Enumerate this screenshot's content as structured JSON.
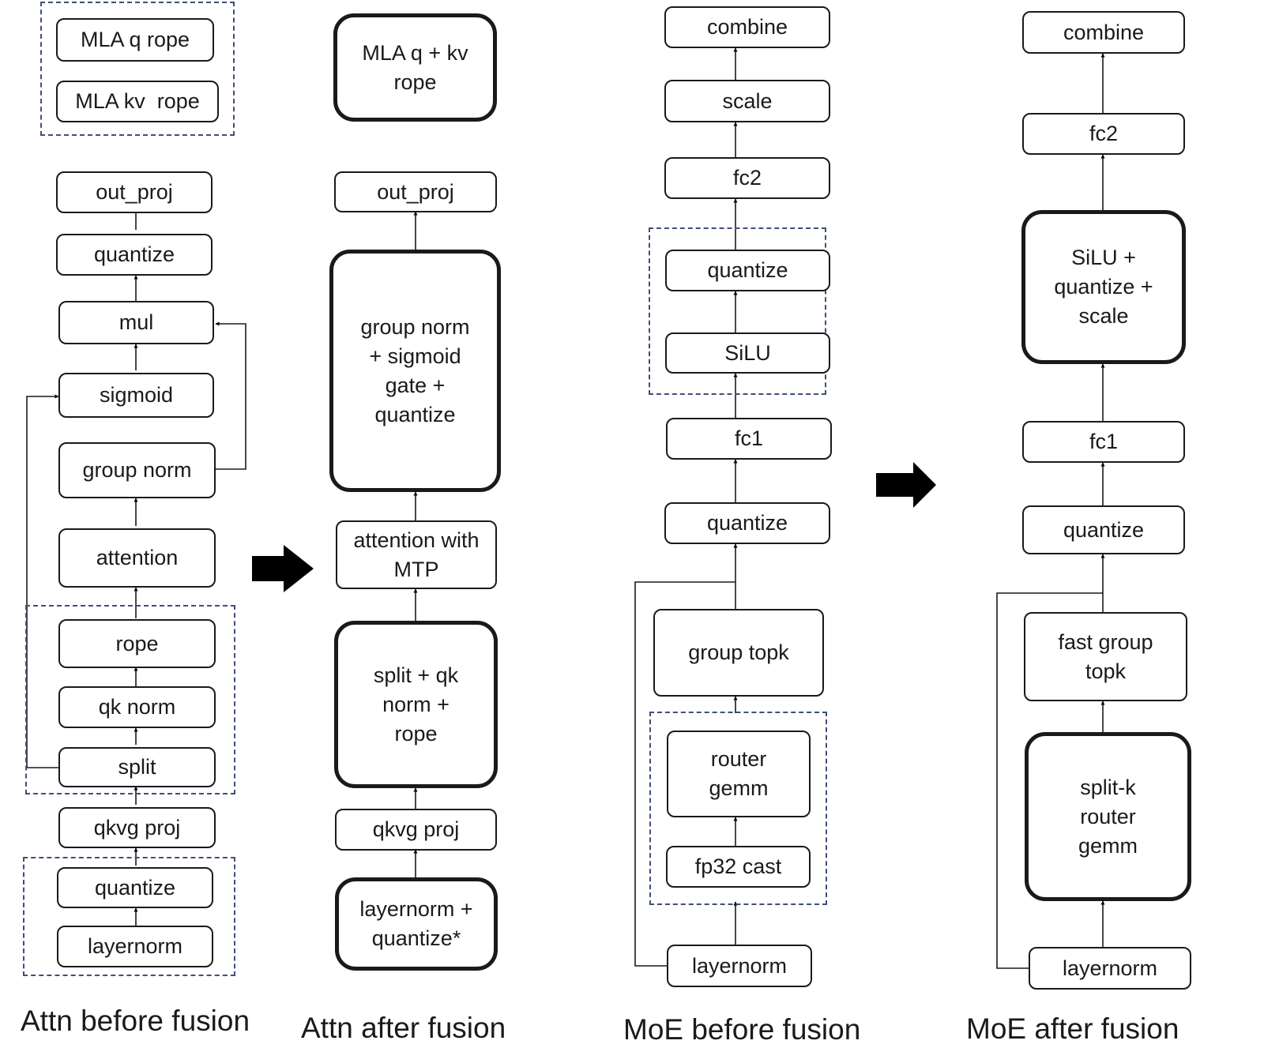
{
  "attn_before": {
    "caption": "Attn before fusion",
    "mla_q_rope": "MLA q rope",
    "mla_kv_rope": "MLA kv  rope",
    "out_proj": "out_proj",
    "quantize_top": "quantize",
    "mul": "mul",
    "sigmoid": "sigmoid",
    "group_norm": "group norm",
    "attention": "attention",
    "rope": "rope",
    "qk_norm": "qk norm",
    "split": "split",
    "qkvg_proj": "qkvg proj",
    "quantize_bottom": "quantize",
    "layernorm": "layernorm"
  },
  "attn_after": {
    "caption": "Attn after fusion",
    "mla_rope": "MLA q + kv rope",
    "out_proj": "out_proj",
    "fused_group_norm": "group norm + sigmoid gate + quantize",
    "attention_mtp": "attention with MTP",
    "fused_split": "split + qk norm + rope",
    "qkvg_proj": "qkvg proj",
    "fused_layernorm": "layernorm + quantize*"
  },
  "moe_before": {
    "caption": "MoE before fusion",
    "combine": "combine",
    "scale": "scale",
    "fc2": "fc2",
    "quantize_top": "quantize",
    "silu": "SiLU",
    "fc1": "fc1",
    "quantize_mid": "quantize",
    "group_topk": "group topk",
    "router_gemm": "router gemm",
    "fp32_cast": "fp32 cast",
    "layernorm": "layernorm"
  },
  "moe_after": {
    "caption": "MoE after fusion",
    "combine": "combine",
    "fc2": "fc2",
    "fused_silu": "SiLU + quantize + scale",
    "fc1": "fc1",
    "quantize": "quantize",
    "fast_group_topk": "fast group topk",
    "split_k_router_gemm": "split-k router gemm",
    "layernorm": "layernorm"
  },
  "colors": {
    "stroke": "#1a1a1a",
    "dashed_group": "#3f4f7a",
    "arrow_fill": "#000000"
  },
  "icons": {
    "transition_arrow": "right-arrow-icon"
  }
}
